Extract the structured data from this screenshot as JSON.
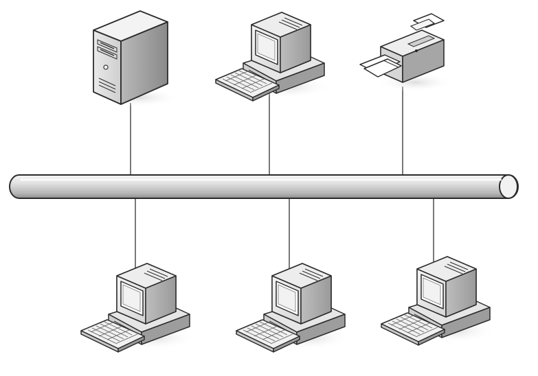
{
  "diagram": {
    "type": "bus-topology-network",
    "colors": {
      "background": "#ffffff",
      "outline": "#2b2b2b",
      "bus_fill_light": "#f4f4f4",
      "bus_fill_dark": "#9a9a9a",
      "device_light": "#f7f7f7",
      "device_mid": "#d4d4d4",
      "device_dark": "#8f8f8f",
      "screen": "#ffffff",
      "connector_line": "#4a4a4a"
    },
    "nodes": [
      {
        "id": "server",
        "icon": "server-tower-icon",
        "side": "top"
      },
      {
        "id": "workstation-top",
        "icon": "desktop-computer-icon",
        "side": "top"
      },
      {
        "id": "printer",
        "icon": "printer-icon",
        "side": "top"
      },
      {
        "id": "workstation-bottom-1",
        "icon": "desktop-computer-icon",
        "side": "bottom"
      },
      {
        "id": "workstation-bottom-2",
        "icon": "desktop-computer-icon",
        "side": "bottom"
      },
      {
        "id": "workstation-bottom-3",
        "icon": "desktop-computer-icon",
        "side": "bottom"
      }
    ],
    "bus": {
      "icon": "network-bus-cable"
    }
  }
}
